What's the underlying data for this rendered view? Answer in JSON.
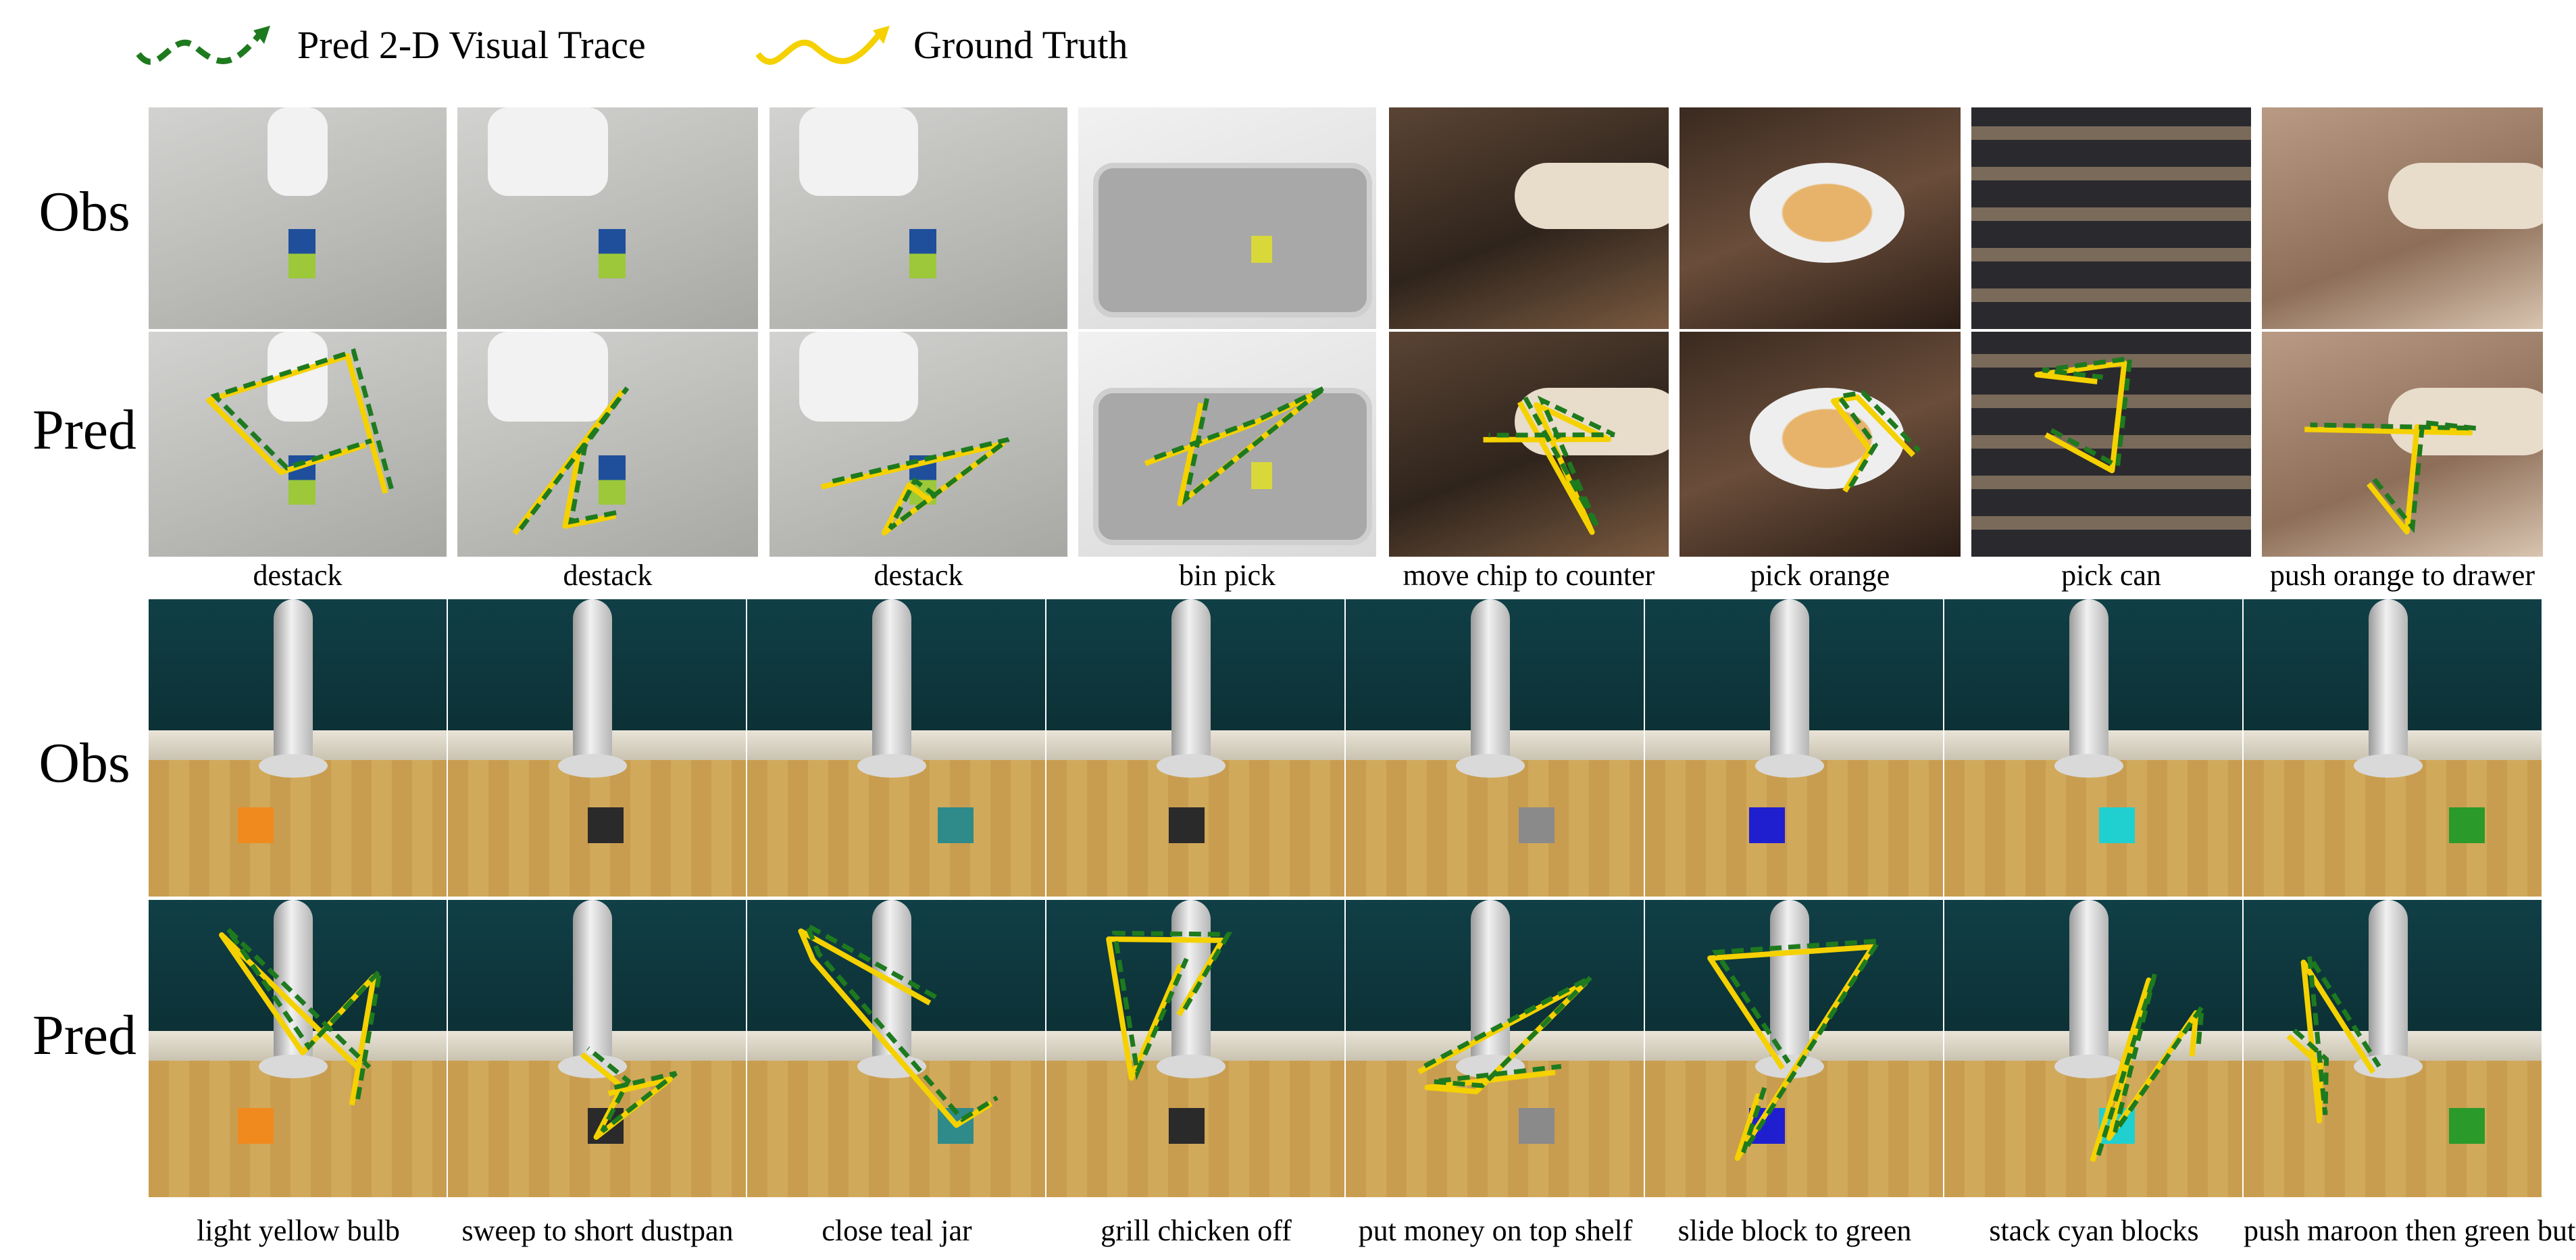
{
  "legend": {
    "pred": {
      "label": "Pred 2-D Visual Trace",
      "color": "#1e7a1e",
      "icon": "green-dashed-arrow-icon"
    },
    "gt": {
      "label": "Ground Truth",
      "color": "#f5d100",
      "icon": "yellow-arrow-icon"
    }
  },
  "row_labels": {
    "obs": "Obs",
    "pred": "Pred"
  },
  "real_tasks": [
    {
      "caption": "destack",
      "scene": "real-grey"
    },
    {
      "caption": "destack",
      "scene": "real-grey"
    },
    {
      "caption": "destack",
      "scene": "real-grey"
    },
    {
      "caption": "bin pick",
      "scene": "real-bin"
    },
    {
      "caption": "move chip to counter",
      "scene": "real-dark"
    },
    {
      "caption": "pick orange",
      "scene": "real-orange"
    },
    {
      "caption": "pick can",
      "scene": "real-fridge"
    },
    {
      "caption": "push orange to drawer",
      "scene": "real-drawer"
    }
  ],
  "sim_tasks": [
    {
      "caption": "light yellow bulb"
    },
    {
      "caption": "sweep to short dustpan"
    },
    {
      "caption": "close teal jar"
    },
    {
      "caption": "grill chicken off"
    },
    {
      "caption": "put money on top shelf"
    },
    {
      "caption": "slide block to green"
    },
    {
      "caption": "stack cyan blocks"
    },
    {
      "caption": "push maroon then green button"
    }
  ]
}
